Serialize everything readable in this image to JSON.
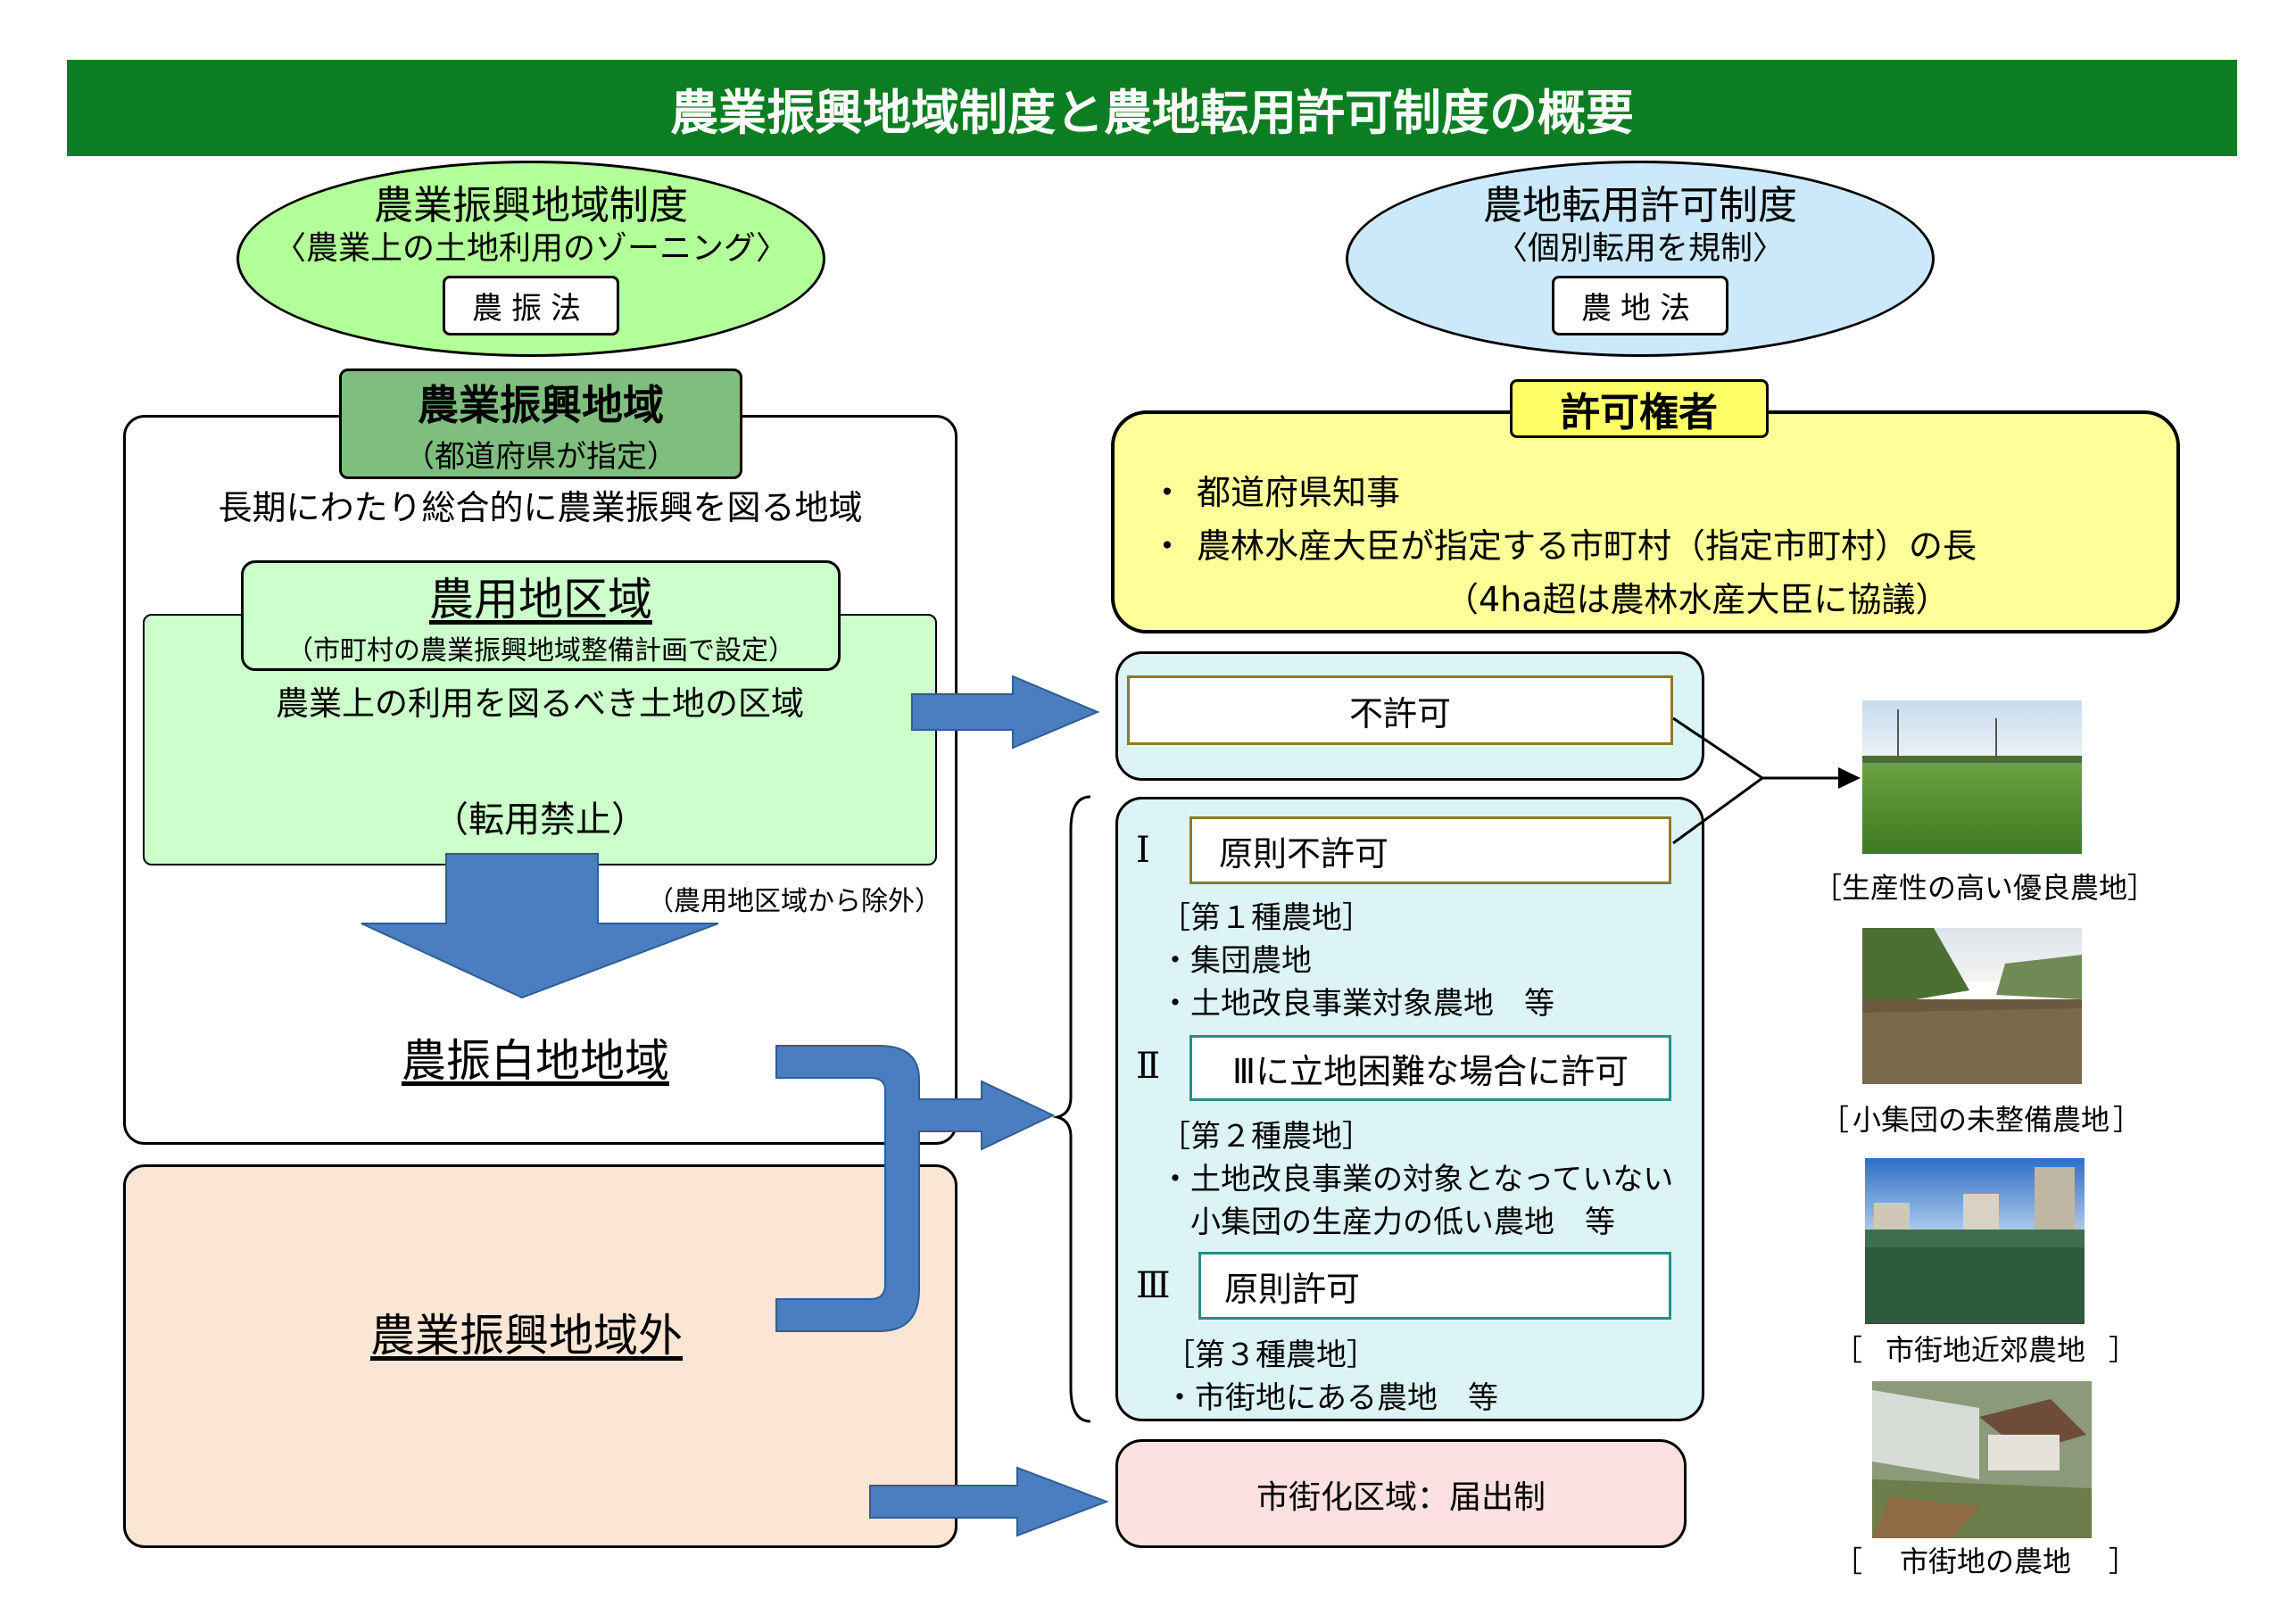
{
  "title": "農業振興地域制度と農地転用許可制度の概要",
  "left_system": {
    "name": "農業振興地域制度",
    "subtitle": "〈農業上の土地利用のゾーニング〉",
    "law": "農振法"
  },
  "right_system": {
    "name": "農地転用許可制度",
    "subtitle": "〈個別転用を規制〉",
    "law": "農地法"
  },
  "nogyo_area": {
    "title": "農業振興地域",
    "designator": "（都道府県が指定）",
    "description": "長期にわたり総合的に農業振興を図る地域"
  },
  "noyochi_area": {
    "title": "農用地区域",
    "designator": "（市町村の農業振興地域整備計画で設定）",
    "description": "農業上の利用を図るべき土地の区域",
    "restriction": "（転用禁止）",
    "exclusion_note": "（農用地区域から除外）"
  },
  "shirochi_label": "農振白地地域",
  "outside_label": "農業振興地域外",
  "permit_authority": {
    "label": "許可権者",
    "bullet": "・",
    "items": [
      "都道府県知事",
      "農林水産大臣が指定する市町村（指定市町村）の長"
    ],
    "note": "（4ha超は農林水産大臣に協議）"
  },
  "fukyoka": "不許可",
  "categories": [
    {
      "roman": "Ⅰ",
      "rule": "原則不許可",
      "name": "［第１種農地］",
      "items": [
        "・集団農地",
        "・土地改良事業対象農地　等"
      ]
    },
    {
      "roman": "Ⅱ",
      "rule": "Ⅲに立地困難な場合に許可",
      "name": "［第２種農地］",
      "items": [
        "・土地改良事業の対象となっていない",
        "　小集団の生産力の低い農地　等"
      ]
    },
    {
      "roman": "Ⅲ",
      "rule": "原則許可",
      "name": "［第３種農地］",
      "items": [
        "・市街地にある農地　等"
      ]
    }
  ],
  "shigaika": "市街化区域：届出制",
  "photos": [
    {
      "caption": "生産性の高い優良農地",
      "icon": "rice-paddy-photo"
    },
    {
      "caption": "小集団の未整備農地",
      "icon": "unimproved-farmland-photo"
    },
    {
      "caption": "市街地近郊農地",
      "icon": "suburban-farmland-photo"
    },
    {
      "caption": "市街地の農地",
      "icon": "urban-farmland-photo"
    }
  ],
  "bracket_left": "［",
  "bracket_right": "］",
  "colors": {
    "title_bar": "#0b7d22",
    "arrow_blue": "#4a7ec0",
    "left_ellipse": "#b3ff99",
    "right_ellipse": "#cce9fb",
    "permit_yellow": "#ffff99",
    "panel_blue": "#ddf4f7",
    "outside_peach": "#fbe6d6",
    "shigaika_pink": "#fde0e0"
  }
}
